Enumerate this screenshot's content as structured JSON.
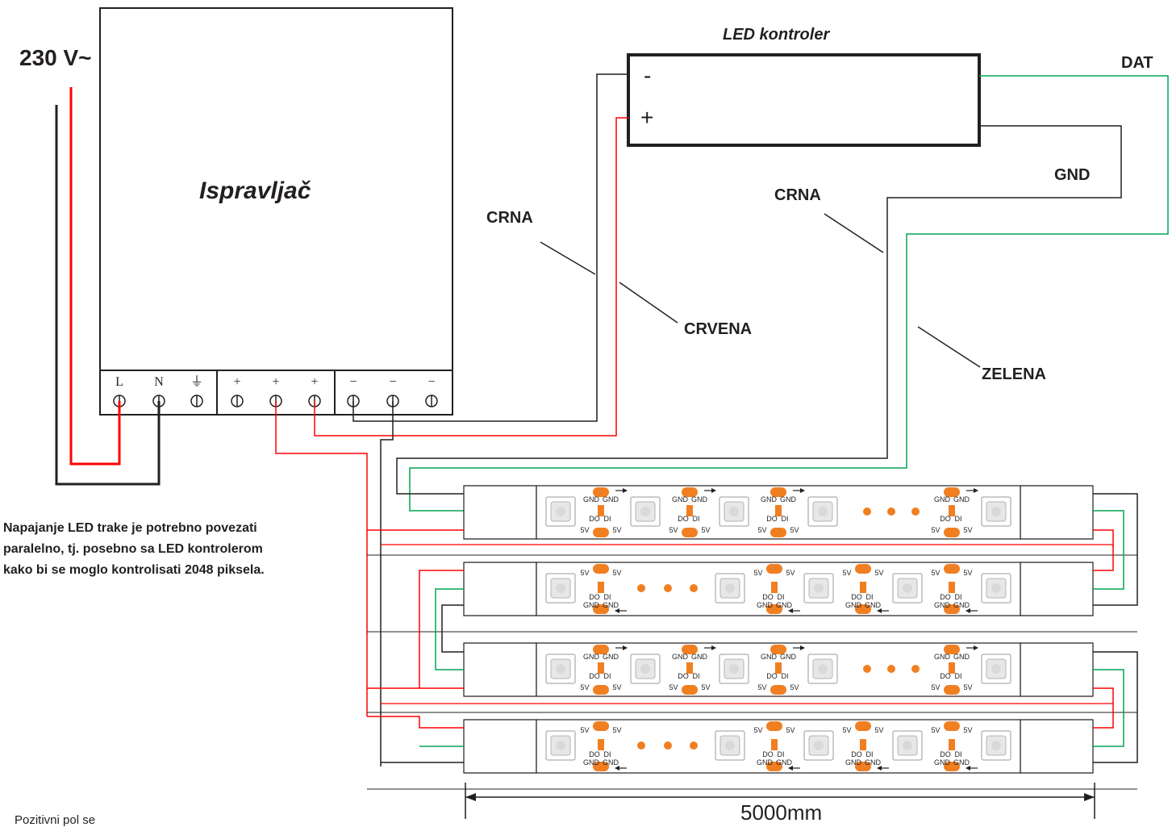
{
  "power": {
    "mains_label": "230 V~",
    "title": "Ispravljač",
    "terminals": [
      "L",
      "N",
      "⏚",
      "+",
      "+",
      "+",
      "−",
      "−",
      "−"
    ]
  },
  "controller": {
    "title": "LED kontroler",
    "minus": "-",
    "plus": "+"
  },
  "wires": {
    "crna_1": "CRNA",
    "crvena": "CRVENA",
    "crna_2": "CRNA",
    "zelena": "ZELENA",
    "dat": "DAT",
    "gnd": "GND"
  },
  "note": {
    "lines": [
      "Napajanje LED trake je potrebno povezati",
      "paralelno, tj. posebno sa LED kontrolerom",
      "kako bi se moglo kontrolisati 2048 piksela."
    ]
  },
  "footnote": "Pozitivni pol se",
  "strip": {
    "pad_labels": [
      "GND",
      "GND",
      "DO",
      "DI",
      "5V",
      "5V"
    ],
    "length": "5000mm"
  },
  "colors": {
    "red": "#ff0000",
    "green": "#00a651",
    "black": "#231f20",
    "pad_orange": "#f07f22"
  }
}
